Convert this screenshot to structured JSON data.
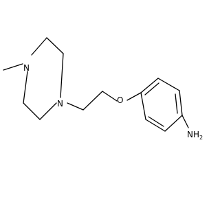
{
  "molecule": {
    "atoms": {
      "n_methyl": "N",
      "n_chain": "N",
      "o_ether": "O",
      "amine_n": "NH",
      "amine_sub": "2"
    },
    "colors": {
      "bond": "#000000",
      "label": "#000000",
      "background": "#ffffff"
    }
  }
}
